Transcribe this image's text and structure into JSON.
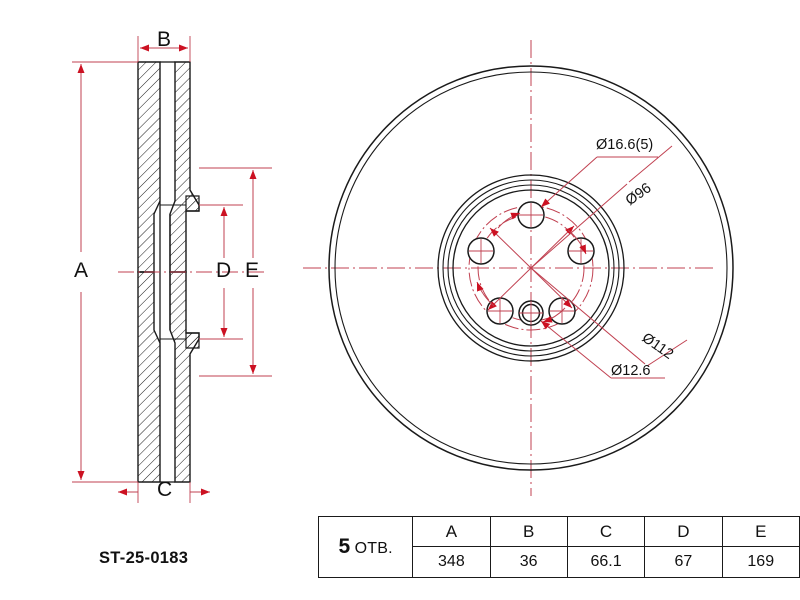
{
  "drawing": {
    "part_number": "ST-25-0183",
    "views": {
      "section": {
        "name": "cross-section-view",
        "dimension_letters": [
          "B",
          "A",
          "D",
          "E",
          "C"
        ]
      },
      "front": {
        "name": "front-circular-view"
      }
    },
    "callouts": [
      {
        "id": "bolt-holes",
        "text": "Ø16.6(5)"
      },
      {
        "id": "center-bore",
        "text": "Ø96"
      },
      {
        "id": "bolt-circle",
        "text": "Ø112"
      },
      {
        "id": "locating-hole",
        "text": "Ø12.6"
      }
    ],
    "dimension_labels": {
      "b": "B",
      "a": "A",
      "d": "D",
      "e": "E",
      "c": "C"
    }
  },
  "spec_table": {
    "holes_count": "5",
    "holes_word": "ОТВ.",
    "headers": [
      "A",
      "B",
      "C",
      "D",
      "E"
    ],
    "values": [
      "348",
      "36",
      "66.1",
      "67",
      "169"
    ]
  },
  "colors": {
    "line": "#1a1a1a",
    "dimension": "#c04050",
    "centerline": "#c04050",
    "arrow": "#cc1122",
    "background": "#ffffff"
  }
}
